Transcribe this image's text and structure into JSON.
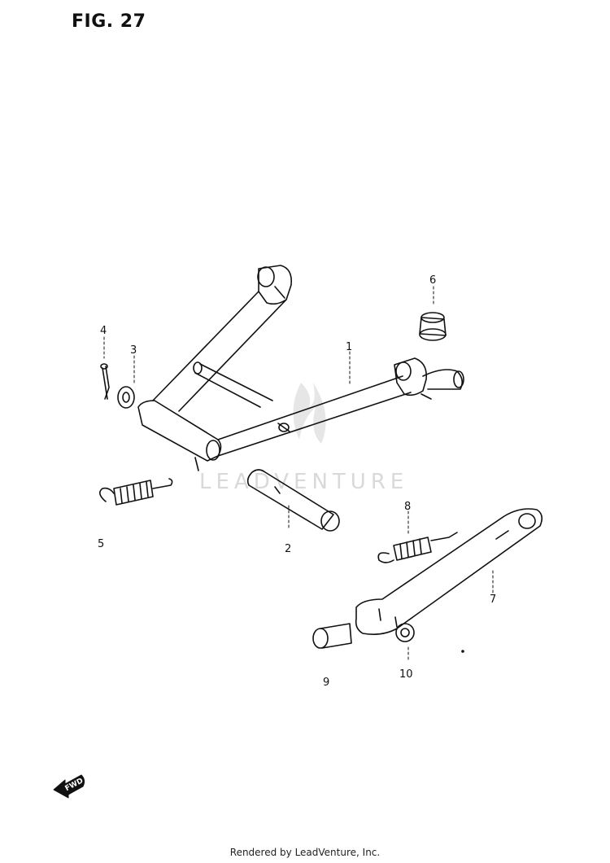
{
  "figure": {
    "title": "FIG. 27"
  },
  "watermark": {
    "text": "LEADVENTURE"
  },
  "callouts": [
    "1",
    "2",
    "3",
    "4",
    "5",
    "6",
    "7",
    "8",
    "9",
    "10"
  ],
  "direction_indicator": {
    "label": "FWD",
    "icon": "forward-arrow-icon"
  },
  "footer": {
    "credit": "Rendered by LeadVenture, Inc."
  }
}
